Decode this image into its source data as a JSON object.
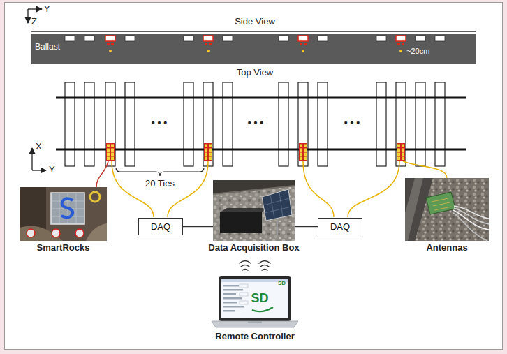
{
  "diagram": {
    "nodes": [
      {
        "text": [
          "SmartRocks"
        ]
      },
      {
        "text": [
          "DAQ"
        ]
      },
      {
        "text": [
          "Data Acquisition Box"
        ]
      },
      {
        "text": [
          "DAQ"
        ]
      },
      {
        "text": [
          "Antennas"
        ]
      },
      {
        "text": [
          "Remote Controller"
        ]
      }
    ],
    "edges": [
      {
        "from": 1,
        "to": 2,
        "arrow": "none"
      },
      {
        "from": 2,
        "to": 3,
        "arrow": "none"
      }
    ],
    "labels": [
      "Y",
      "Z",
      "Side View",
      "Ballast",
      "~20cm",
      "Top View",
      "X",
      "Y",
      "• • •",
      "• • •",
      "• • •",
      "20 Ties",
      "SD",
      "SD"
    ]
  }
}
